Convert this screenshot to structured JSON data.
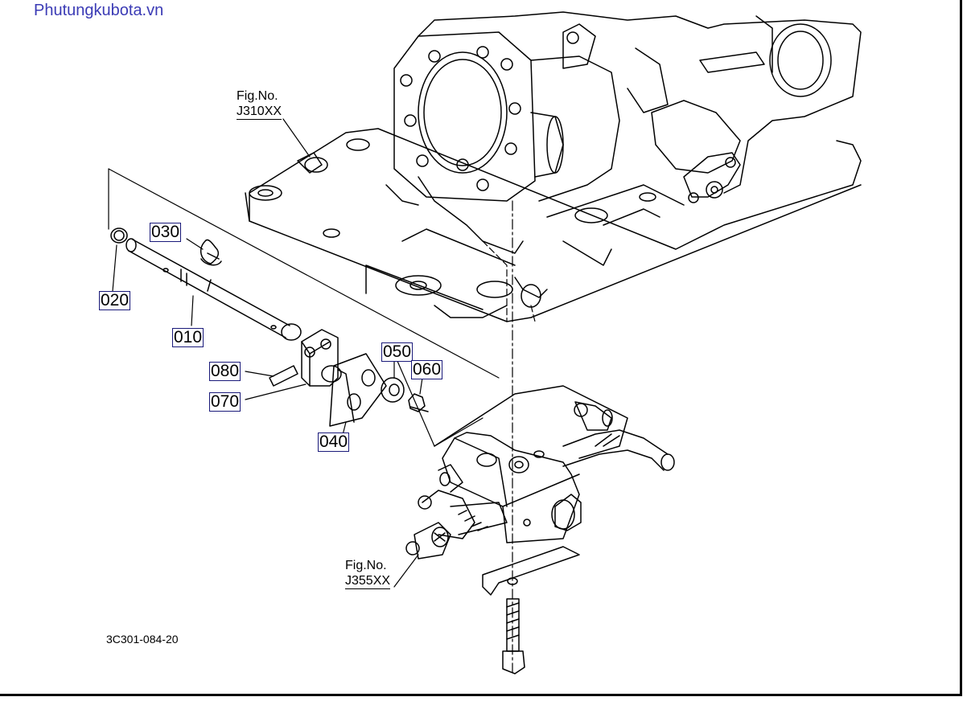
{
  "watermark": "Phutungkubota.vn",
  "figure_refs": [
    {
      "label": "Fig.No.",
      "code": "J310XX"
    },
    {
      "label": "Fig.No.",
      "code": "J355XX"
    }
  ],
  "parts": [
    "010",
    "020",
    "030",
    "040",
    "050",
    "060",
    "070",
    "080"
  ],
  "drawing_code": "3C301-084-20",
  "colors": {
    "line": "#000000",
    "label_border": "#1a1a7a",
    "watermark": "#3b3bb5"
  }
}
